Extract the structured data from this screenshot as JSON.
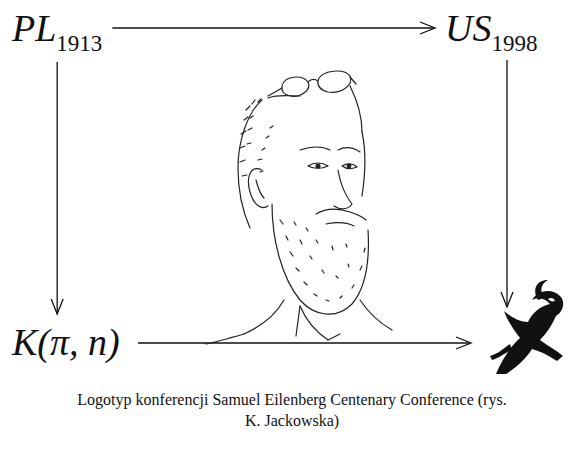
{
  "diagram": {
    "caption": "Logotyp konferencji Samuel Eilenberg Centenary Conference (rys. K. Jackowska)",
    "nodes": [
      {
        "text": [
          "PL",
          "1913"
        ]
      },
      {
        "text": [
          "US",
          "1998"
        ]
      },
      {
        "text": [
          "K(π, n)"
        ]
      }
    ],
    "edges": [
      {
        "from": 0,
        "to": 1,
        "arrow": "to"
      },
      {
        "from": 0,
        "to": 2,
        "arrow": "to"
      }
    ]
  }
}
